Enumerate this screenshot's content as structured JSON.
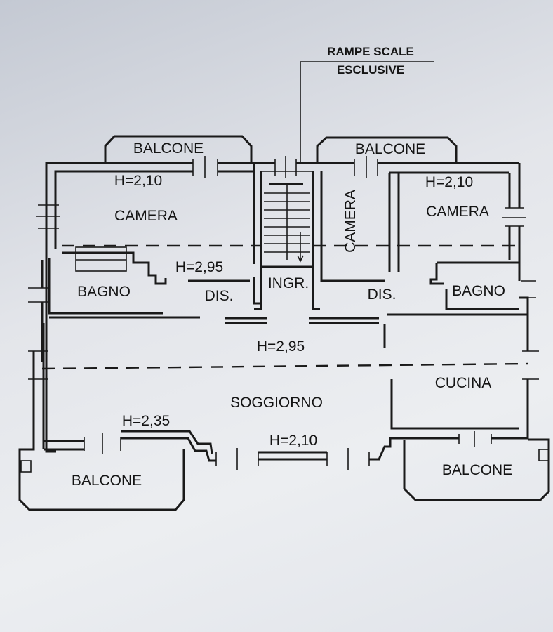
{
  "annotation": {
    "line1": "RAMPE SCALE",
    "line2": "ESCLUSIVE"
  },
  "balconies": {
    "top_left": "BALCONE",
    "top_right": "BALCONE",
    "bottom_left": "BALCONE",
    "bottom_right": "BALCONE"
  },
  "rooms": {
    "camera_left": "CAMERA",
    "camera_center": "CAMERA",
    "camera_right": "CAMERA",
    "bagno_left": "BAGNO",
    "bagno_right": "BAGNO",
    "dis_left": "DIS.",
    "dis_right": "DIS.",
    "ingresso": "INGR.",
    "soggiorno": "SOGGIORNO",
    "cucina": "CUCINA"
  },
  "heights": {
    "camera_left": "H=2,10",
    "camera_right": "H=2,10",
    "bagno_left": "H=2,95",
    "hall": "H=2,95",
    "soggiorno_left": "H=2,35",
    "soggiorno_bottom": "H=2,10"
  }
}
